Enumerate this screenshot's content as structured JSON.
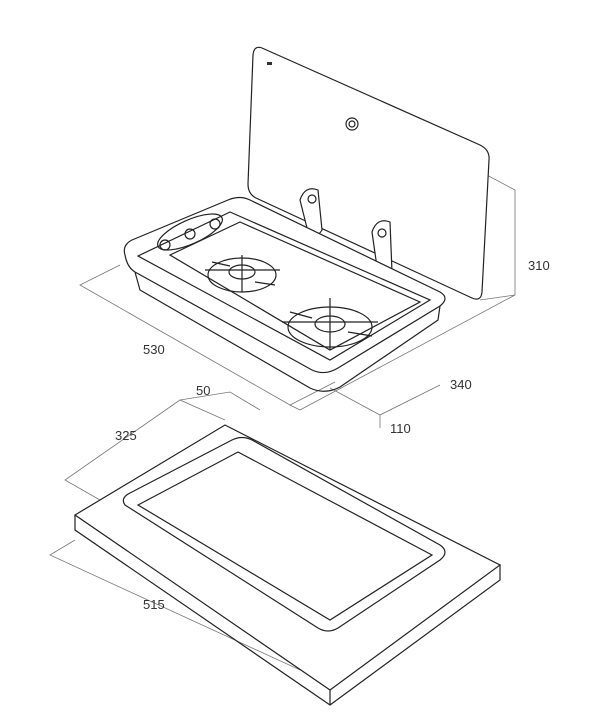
{
  "title": "Two-burner hob with glass lid and cut-out frame – dimension drawing",
  "dimensions": {
    "width": "530",
    "height_lid_open": "310",
    "depth": "340",
    "below_counter": "110",
    "frame_border": "50",
    "cutout_depth": "325",
    "cutout_width": "515"
  }
}
